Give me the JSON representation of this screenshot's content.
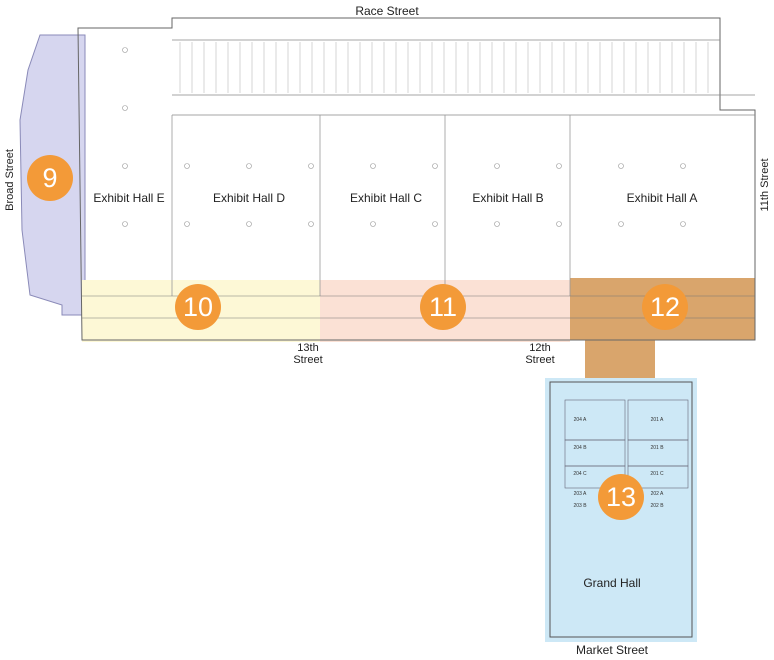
{
  "streets": {
    "north": "Race Street",
    "west": "Broad Street",
    "east": "11th Street",
    "south": "Market Street",
    "thirteenth": [
      "13th",
      "Street"
    ],
    "twelfth": [
      "12th",
      "Street"
    ]
  },
  "halls": [
    {
      "label": "Exhibit Hall E"
    },
    {
      "label": "Exhibit Hall D"
    },
    {
      "label": "Exhibit Hall C"
    },
    {
      "label": "Exhibit Hall B"
    },
    {
      "label": "Exhibit Hall A"
    }
  ],
  "grand_hall": "Grand Hall",
  "rooms": [
    "204 A",
    "204 B",
    "204 C",
    "203 A",
    "203 B",
    "201 A",
    "201 B",
    "201 C",
    "202 A",
    "202 B"
  ],
  "zones": [
    {
      "number": "9",
      "color": "#d6d6ef"
    },
    {
      "number": "10",
      "color": "#fdf8d6"
    },
    {
      "number": "11",
      "color": "#fbe1d5"
    },
    {
      "number": "12",
      "color": "#d9a56c"
    },
    {
      "number": "13",
      "color": "#cde8f6"
    }
  ],
  "marker_color": "#f39a38"
}
